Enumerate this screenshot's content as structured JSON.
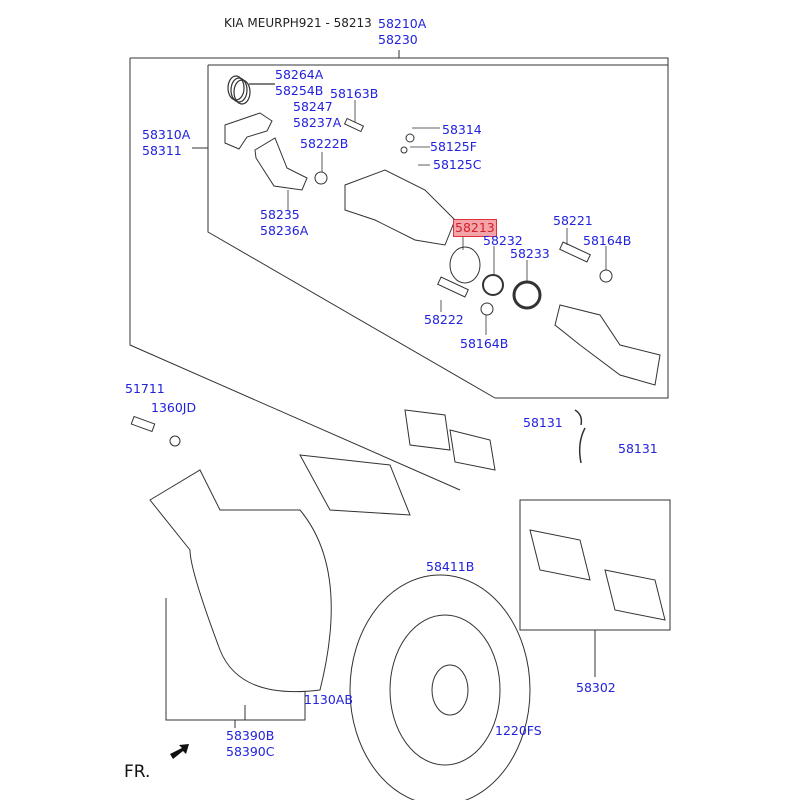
{
  "header": {
    "title": "KIA MEURPH921 - 58213"
  },
  "highlight_color": "#e0303c",
  "label_color": "#2222dd",
  "direction_label": "FR.",
  "callouts": {
    "top_assembly": [
      "58210A",
      "58230"
    ],
    "bracket_kit": [
      "58310A",
      "58311"
    ],
    "spring": [
      "58264A",
      "58254B"
    ],
    "plate": [
      "58247",
      "58237A"
    ],
    "bolt_top": "58163B",
    "bushing_left": "58222B",
    "bracket": [
      "58235",
      "58236A"
    ],
    "bleeder_cap": "58314",
    "bleeder_screw": "58125F",
    "clip": "58125C",
    "piston": "58213",
    "piston_seal": "58232",
    "piston_boot": "58233",
    "guide_pin_right": "58221",
    "boot_right": "58164B",
    "guide_pin_left": "58222",
    "boot_left": "58164B",
    "bolt_mount": "51711",
    "washer": "1360JD",
    "spring_clip_a": "58131",
    "spring_clip_b": "58131",
    "disc": "58411B",
    "pad_kit": "58302",
    "shield_bolt": "1130AB",
    "disc_screw": "1220FS",
    "dust_shield": [
      "58390B",
      "58390C"
    ]
  }
}
